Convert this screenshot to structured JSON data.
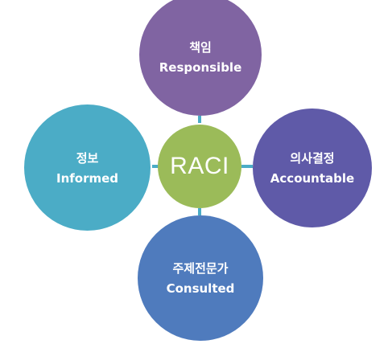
{
  "center": {
    "label": "RACI",
    "color": "#9bbb59"
  },
  "nodes": {
    "responsible": {
      "korean": "책임",
      "english": "Responsible",
      "color": "#8064a2"
    },
    "accountable": {
      "korean": "의사결정",
      "english": "Accountable",
      "color": "#5f5aa8"
    },
    "consulted": {
      "korean": "주제전문가",
      "english": "Consulted",
      "color": "#4f7bbd"
    },
    "informed": {
      "korean": "정보",
      "english": "Informed",
      "color": "#4bacc6"
    }
  },
  "connector_color": "#4bacc6"
}
